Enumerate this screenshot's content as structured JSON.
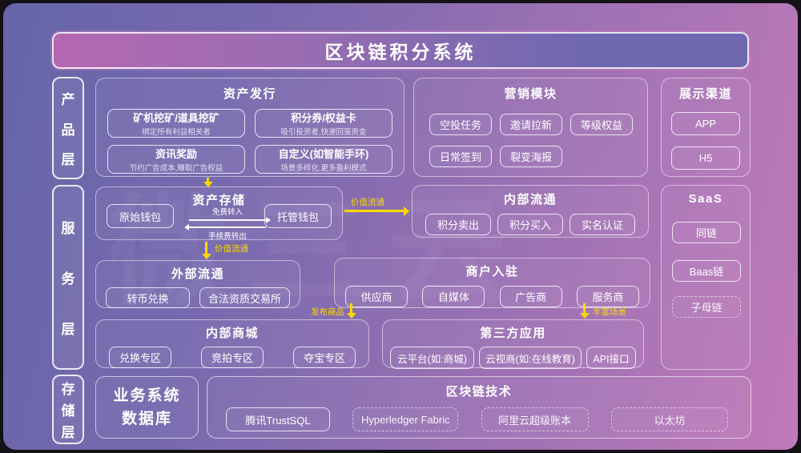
{
  "title": "区块链积分系统",
  "watermark": "微三云",
  "colors": {
    "arrow": "#f7da00",
    "bg_left": "#6665a9",
    "bg_right": "#c07ab9",
    "frame": "#141217"
  },
  "layers": {
    "product": "产品层",
    "service": "服务层",
    "storage": "存储层"
  },
  "asset_issue": {
    "title": "资产发行",
    "items": [
      {
        "label": "矿机挖矿/道具挖矿",
        "desc": "绑定所有利益相关者"
      },
      {
        "label": "积分券/权益卡",
        "desc": "吸引投资者,快速回笼资金"
      },
      {
        "label": "资讯奖励",
        "desc": "节约广告成本,赚取广告权益"
      },
      {
        "label": "自定义(如智能手环)",
        "desc": "场景多样化,更多盈利模式"
      }
    ]
  },
  "marketing": {
    "title": "营销模块",
    "items": [
      "空投任务",
      "邀请拉新",
      "等级权益",
      "日常签到",
      "裂变海报"
    ]
  },
  "channels": {
    "title": "展示渠道",
    "items": [
      "APP",
      "H5"
    ]
  },
  "asset_storage": {
    "title": "资产存储",
    "wallet_left": "原始钱包",
    "wallet_right": "托管钱包",
    "transfer_in": "免费转入",
    "transfer_out": "手续费转出"
  },
  "internal_circulation": {
    "title": "内部流通",
    "items": [
      "积分卖出",
      "积分买入",
      "实名认证"
    ]
  },
  "saas": {
    "title": "SaaS",
    "items": [
      "同链",
      "Baas链",
      "子母链"
    ]
  },
  "external_circulation": {
    "title": "外部流通",
    "items": [
      "转币兑换",
      "合法资质交易所"
    ]
  },
  "merchants": {
    "title": "商户入驻",
    "items": [
      "供应商",
      "自媒体",
      "广告商",
      "服务商"
    ]
  },
  "internal_mall": {
    "title": "内部商城",
    "items": [
      "兑换专区",
      "竞拍专区",
      "夺宝专区"
    ]
  },
  "third_party": {
    "title": "第三方应用",
    "items": [
      "云平台(如:商城)",
      "云视商(如:在线教育)",
      "API接口"
    ]
  },
  "business_db": {
    "line1": "业务系统",
    "line2": "数据库"
  },
  "blockchain": {
    "title": "区块链技术",
    "items": [
      "腾讯TrustSQL",
      "Hyperledger Fabric",
      "阿里云超级账本",
      "以太坊"
    ]
  },
  "arrow_labels": {
    "value_flow_right": "价值流通",
    "value_flow_down": "价值流通",
    "publish_goods": "发布商品",
    "rich_scenes": "丰富场景"
  }
}
